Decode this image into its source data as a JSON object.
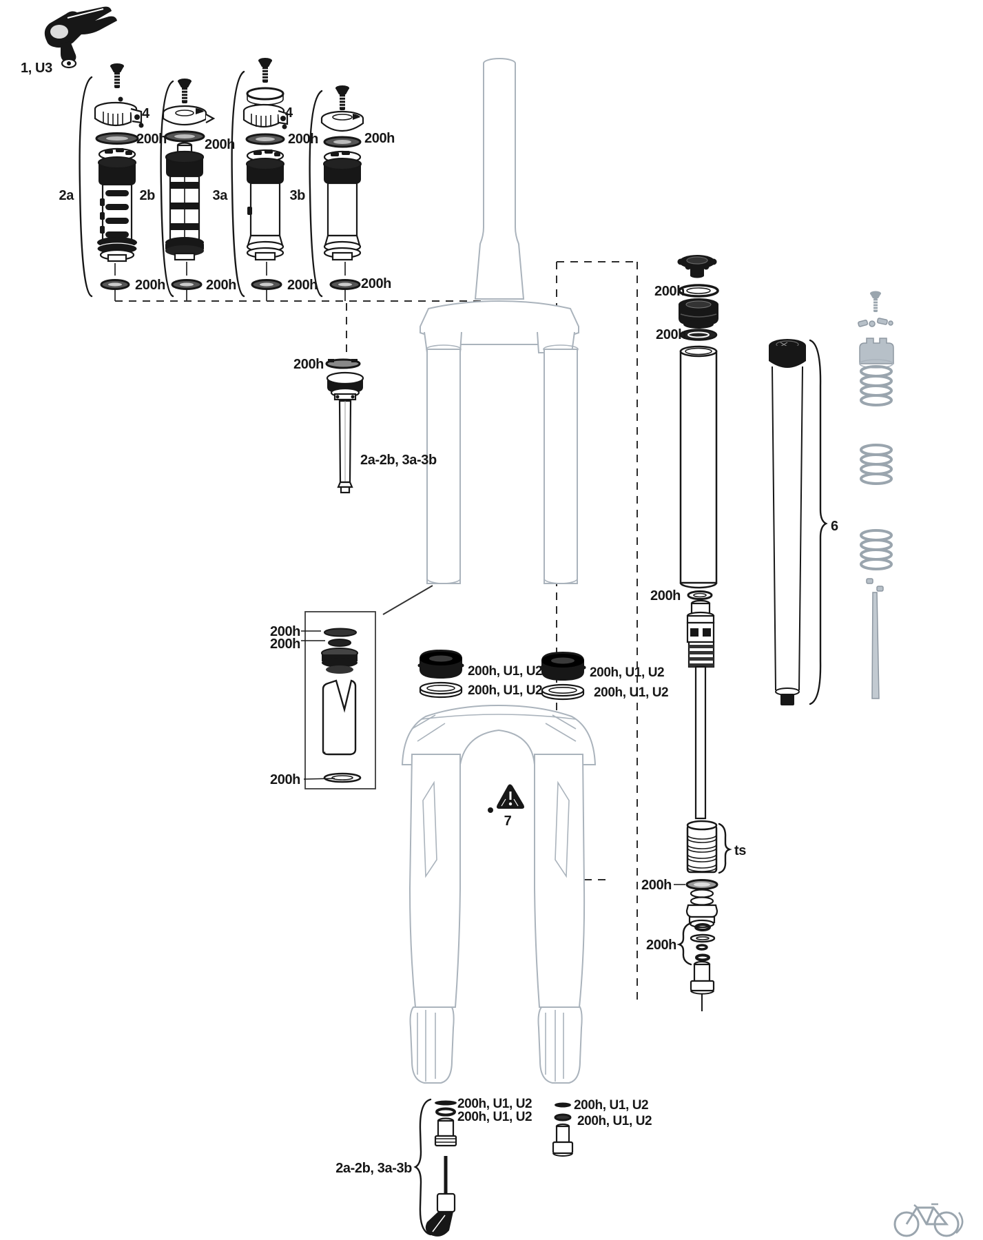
{
  "diagram": {
    "labels": {
      "remote_lever_ref": "1, U3",
      "damper_2a": "2a",
      "damper_2b": "2b",
      "damper_3a": "3a",
      "damper_3b": "3b",
      "clamp_bolt_ref": "4",
      "service_interval": "200h",
      "seal_service_kit": "200h, U1, U2",
      "damper_shaft_ref": "2a-2b, 3a-3b",
      "coil_assembly_ref": "6",
      "decal_ref": "7",
      "travel_spacers_ref": "ts"
    },
    "colors": {
      "part_ink": "#171717",
      "fork_outline": "#aab3bc",
      "spring_gray": "#9aa5ae"
    }
  }
}
